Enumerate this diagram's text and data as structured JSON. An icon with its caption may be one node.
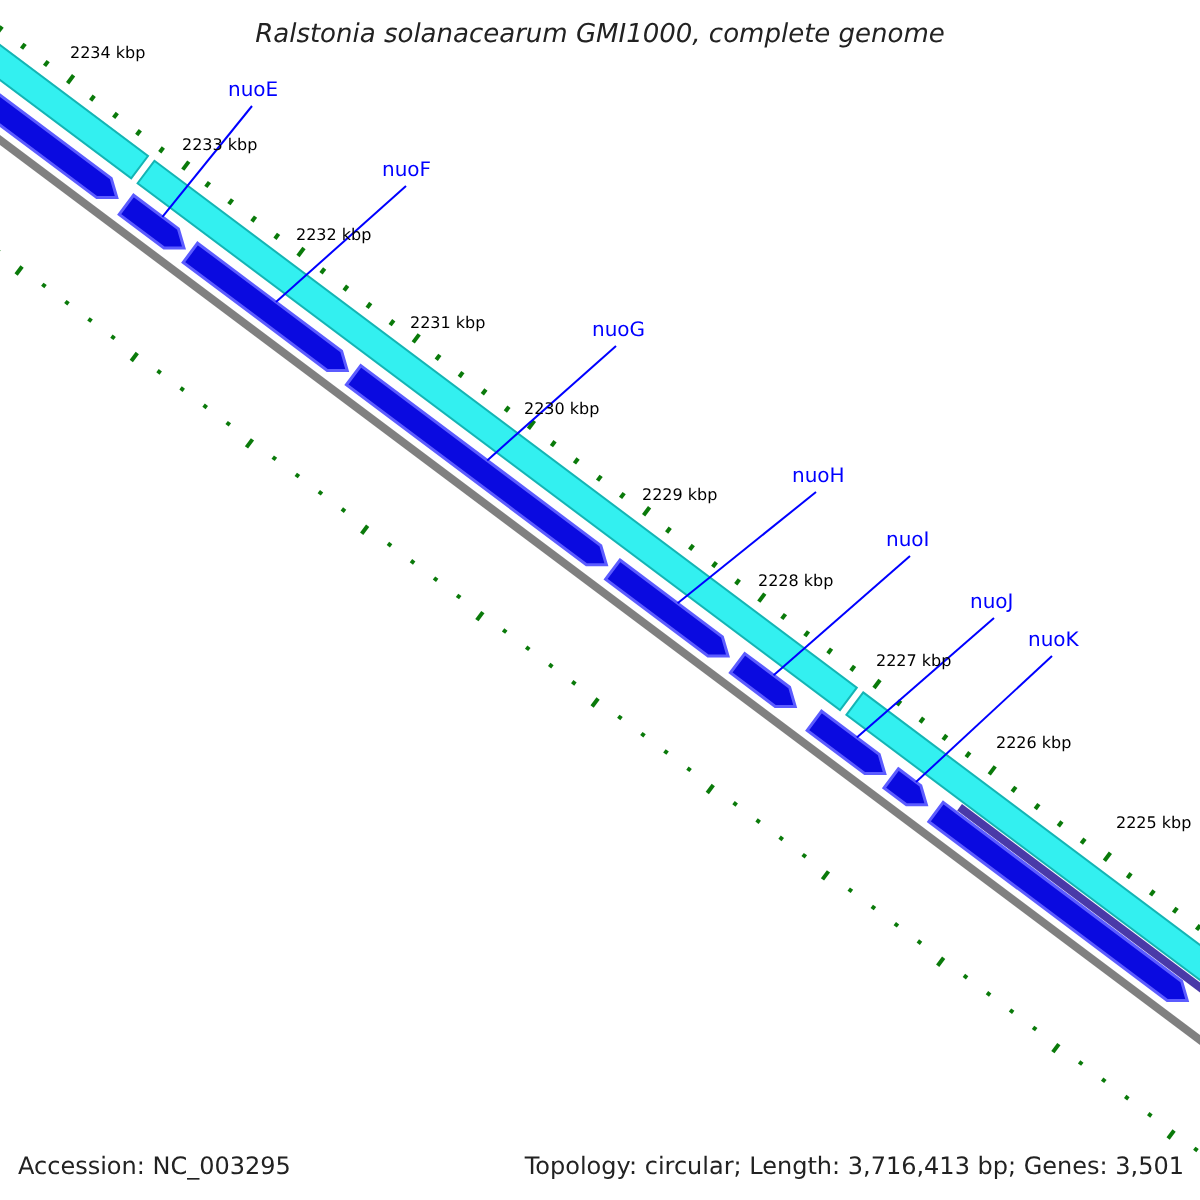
{
  "diagram": {
    "title": "Ralstonia solanacearum GMI1000, complete genome",
    "nodes": [
      {
        "text": [
          "nuoE"
        ]
      },
      {
        "text": [
          "nuoF"
        ]
      },
      {
        "text": [
          "nuoG"
        ]
      },
      {
        "text": [
          "nuoH"
        ]
      },
      {
        "text": [
          "nuoI"
        ]
      },
      {
        "text": [
          "nuoJ"
        ]
      },
      {
        "text": [
          "nuoK"
        ]
      },
      {
        "text": [],
        "shape": "bar"
      },
      {
        "text": [],
        "shape": "bar"
      },
      {
        "text": [],
        "shape": "bar"
      },
      {
        "text": [],
        "shape": "bar"
      },
      {
        "text": [],
        "shape": "bar"
      },
      {
        "text": [],
        "shape": "bar"
      },
      {
        "text": [],
        "shape": "bar"
      },
      {
        "text": [],
        "shape": "bar"
      },
      {
        "text": [],
        "shape": "bar"
      }
    ],
    "edges": [
      {
        "from": 0,
        "to": 8,
        "arrow": "none"
      },
      {
        "from": 1,
        "to": 9,
        "arrow": "none"
      },
      {
        "from": 2,
        "to": 10,
        "arrow": "none"
      },
      {
        "from": 3,
        "to": 11,
        "arrow": "none"
      },
      {
        "from": 4,
        "to": 12,
        "arrow": "none"
      },
      {
        "from": 5,
        "to": 13,
        "arrow": "none"
      },
      {
        "from": 6,
        "to": 14,
        "arrow": "none"
      }
    ],
    "labels": [
      "2234 kbp",
      "2233 kbp",
      "2232 kbp",
      "2231 kbp",
      "2230 kbp",
      "2229 kbp",
      "2228 kbp",
      "2227 kbp",
      "2226 kbp",
      "2225 kbp",
      "Accession: NC_003295",
      "Topology: circular; Length: 3,716,413 bp; Genes: 3,501"
    ]
  }
}
